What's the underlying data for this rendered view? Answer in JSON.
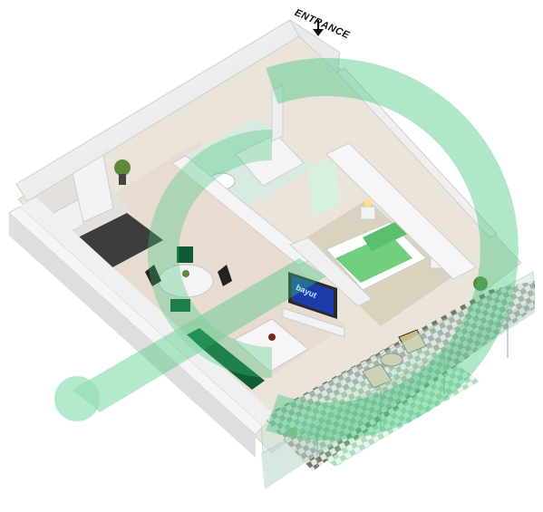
{
  "entrance": {
    "label": "ENTRANCE",
    "arrow_icon": "arrow-down-icon"
  },
  "tv_screen": {
    "brand_text": "bayut"
  },
  "rooms": [
    "kitchen",
    "living-dining",
    "bathroom",
    "bedroom",
    "balcony"
  ],
  "colors": {
    "watermark_green": "#3dc47a",
    "wall_white": "#f2f2f2",
    "floor_beige": "#e8ddd0",
    "bed_green": "#6fcf7e",
    "balcony_tile_dark": "#6e6e66",
    "balcony_tile_light": "#e9e6dd"
  }
}
